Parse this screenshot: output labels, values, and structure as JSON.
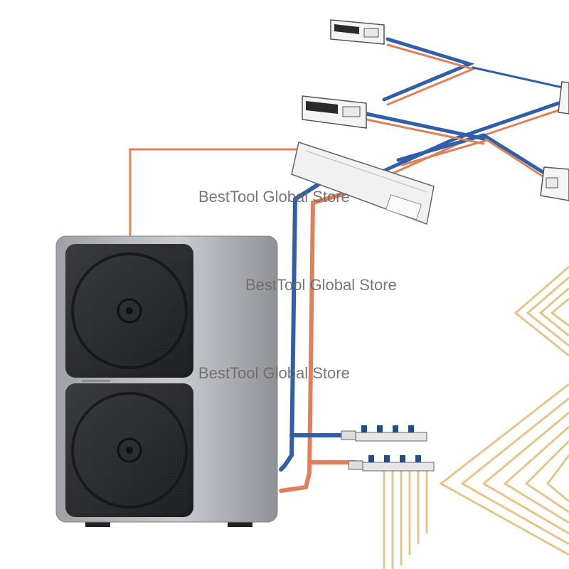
{
  "watermarks": [
    "BestTool Global Store",
    "BestTool Global Store",
    "BestTool Global Store"
  ],
  "colors": {
    "hot_pipe": "#e0805a",
    "cold_pipe": "#2e5fa8",
    "floor_heating": "#e2c68a",
    "unit_body": "#b8bcc0",
    "fan_panel": "#2a2b2e",
    "watermark": "#6a6a6a"
  }
}
